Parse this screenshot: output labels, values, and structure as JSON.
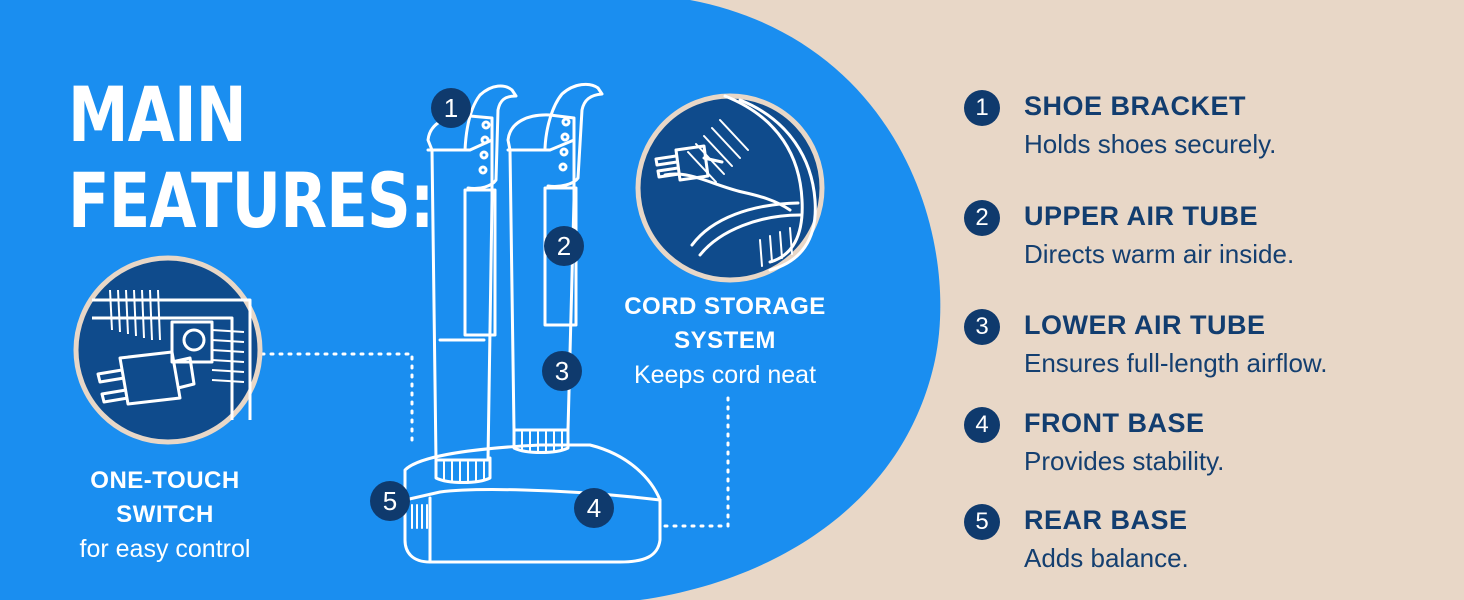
{
  "heading": {
    "line1": "MAIN",
    "line2": "FEATURES:"
  },
  "callouts": {
    "switch": {
      "title_line1": "ONE-TOUCH",
      "title_line2": "SWITCH",
      "subtitle": "for easy control"
    },
    "cord": {
      "title_line1": "CORD STORAGE",
      "title_line2": "SYSTEM",
      "subtitle": "Keeps cord neat"
    }
  },
  "diagram_markers": [
    "1",
    "2",
    "3",
    "4",
    "5"
  ],
  "features": [
    {
      "number": "1",
      "title": "SHOE BRACKET",
      "description": "Holds shoes securely."
    },
    {
      "number": "2",
      "title": "UPPER AIR TUBE",
      "description": "Directs warm air inside."
    },
    {
      "number": "3",
      "title": "LOWER AIR TUBE",
      "description": "Ensures full-length airflow."
    },
    {
      "number": "4",
      "title": "FRONT BASE",
      "description": "Provides stability."
    },
    {
      "number": "5",
      "title": "REAR BASE",
      "description": "Adds balance."
    }
  ],
  "colors": {
    "blue_panel": "#1a8ef0",
    "beige": "#e8d7c7",
    "navy": "#0f3a6d",
    "white": "#ffffff"
  },
  "icons": [
    "plug-icon",
    "switch-vents-icon",
    "cord-wrap-icon",
    "shoe-dryer-icon"
  ]
}
